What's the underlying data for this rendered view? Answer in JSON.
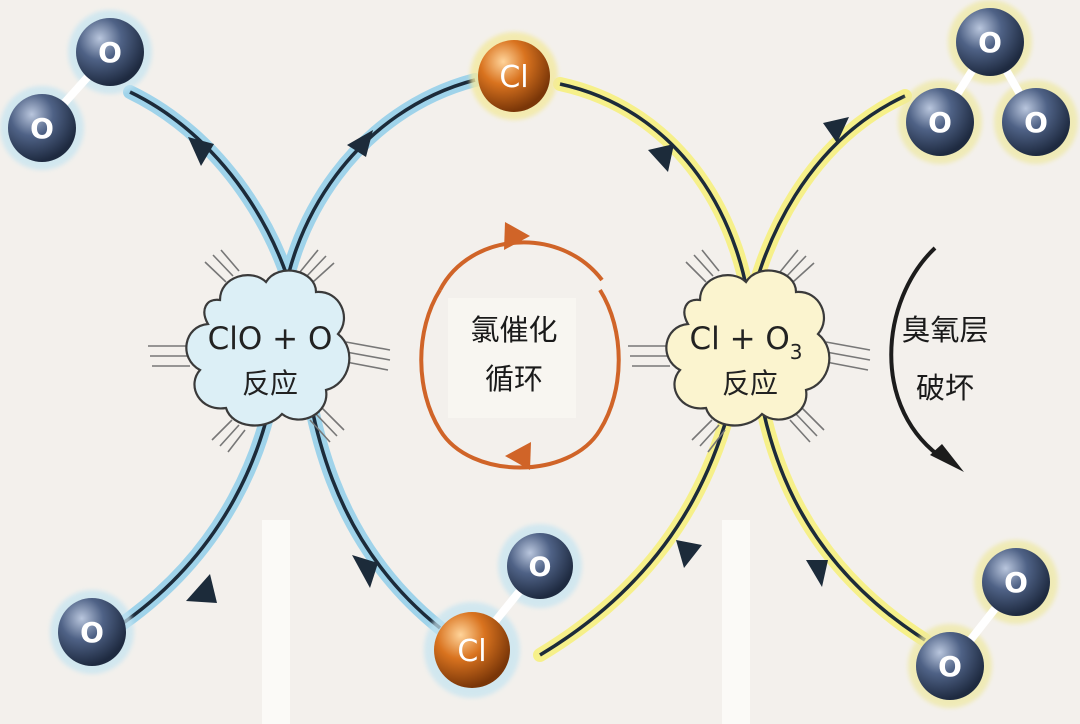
{
  "colors": {
    "background": "#f3f0ec",
    "blue_glow": "#9fd3ea",
    "yellow_glow": "#f6f08a",
    "curve": "#1c2b3a",
    "oxygen": "#3f4f6e",
    "chlorine": "#c8641c",
    "cycle_arrow": "#d06428",
    "cloud_left": "#dceff6",
    "cloud_right": "#fbf4cf"
  },
  "atoms": {
    "oxygen": "O",
    "chlorine": "Cl"
  },
  "left_reaction": {
    "formula": "ClO + O",
    "label": "反应"
  },
  "right_reaction": {
    "formula_base": "Cl + O",
    "formula_sub": "3",
    "label": "反应"
  },
  "center_cycle": {
    "line1": "氯催化",
    "line2": "循环"
  },
  "side_note": {
    "line1": "臭氧层",
    "line2": "破坏"
  }
}
